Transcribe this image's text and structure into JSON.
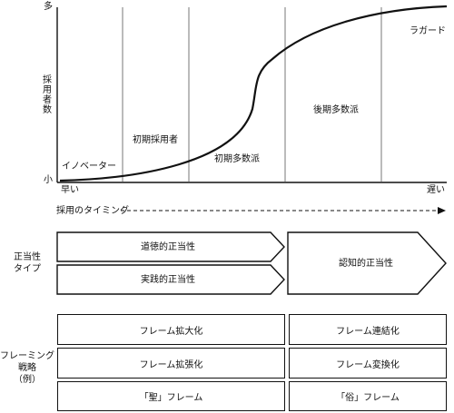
{
  "curve": {
    "y_axis_top": "多",
    "y_axis_bottom": "小",
    "y_axis_label": "採用者数",
    "x_axis_left": "早い",
    "x_axis_right": "遅い",
    "x_axis_label": "採用のタイミング",
    "segments": [
      "イノベーター",
      "初期採用者",
      "初期多数派",
      "後期多数派",
      "ラガード"
    ]
  },
  "legitimacy": {
    "label_line1": "正当性",
    "label_line2": "タイプ",
    "moral": "道徳的正当性",
    "pragmatic": "実践的正当性",
    "cognitive": "認知的正当性"
  },
  "framing": {
    "label_line1": "フレーミング",
    "label_line2": "戦略",
    "label_line3": "（例）",
    "left": [
      "フレーム拡大化",
      "フレーム拡張化",
      "「聖」フレーム"
    ],
    "right": [
      "フレーム連結化",
      "フレーム変換化",
      "「俗」フレーム"
    ]
  }
}
